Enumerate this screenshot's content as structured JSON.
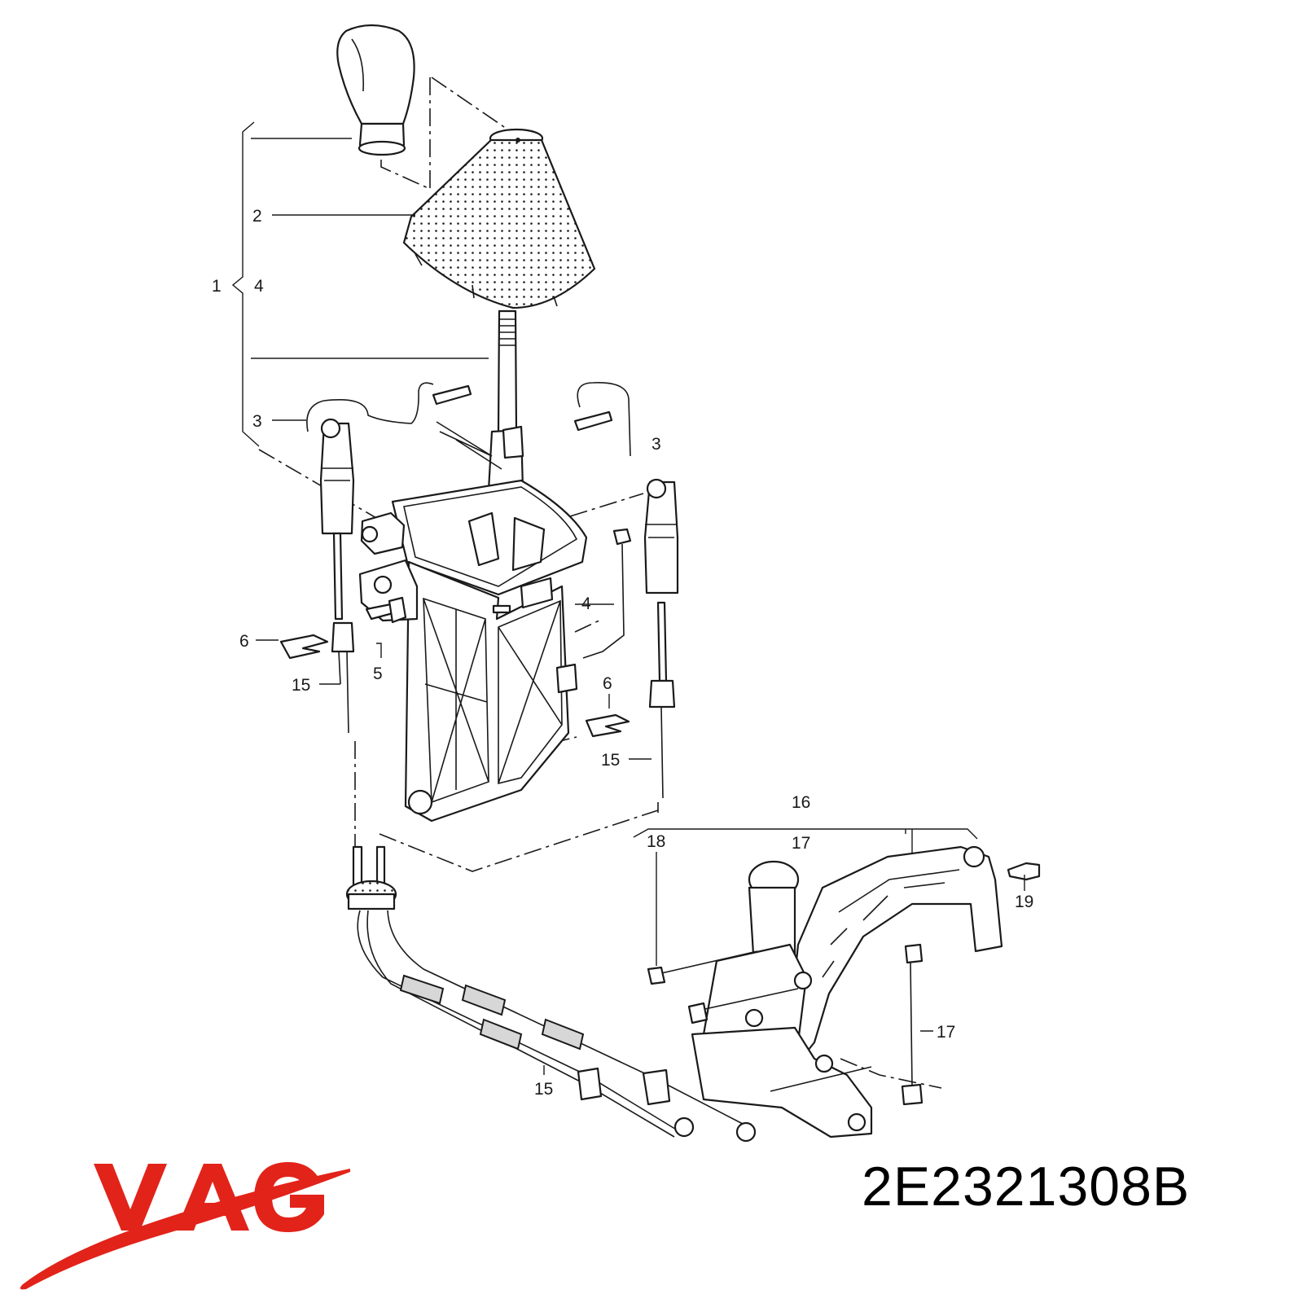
{
  "diagram": {
    "callouts": [
      {
        "id": "c1",
        "text": "1"
      },
      {
        "id": "c2",
        "text": "2"
      },
      {
        "id": "c3a",
        "text": "3"
      },
      {
        "id": "c3b",
        "text": "3"
      },
      {
        "id": "c4a",
        "text": "4"
      },
      {
        "id": "c4b",
        "text": "4"
      },
      {
        "id": "c5",
        "text": "5"
      },
      {
        "id": "c6a",
        "text": "6"
      },
      {
        "id": "c6b",
        "text": "6"
      },
      {
        "id": "c15a",
        "text": "15"
      },
      {
        "id": "c15b",
        "text": "15"
      },
      {
        "id": "c15c",
        "text": "15"
      },
      {
        "id": "c16",
        "text": "16"
      },
      {
        "id": "c17a",
        "text": "17"
      },
      {
        "id": "c17b",
        "text": "17"
      },
      {
        "id": "c18",
        "text": "18"
      },
      {
        "id": "c19",
        "text": "19"
      }
    ]
  },
  "brand": {
    "logo_text": "VAG",
    "logo_color": "#e2231a",
    "part_number": "2E2321308B"
  }
}
